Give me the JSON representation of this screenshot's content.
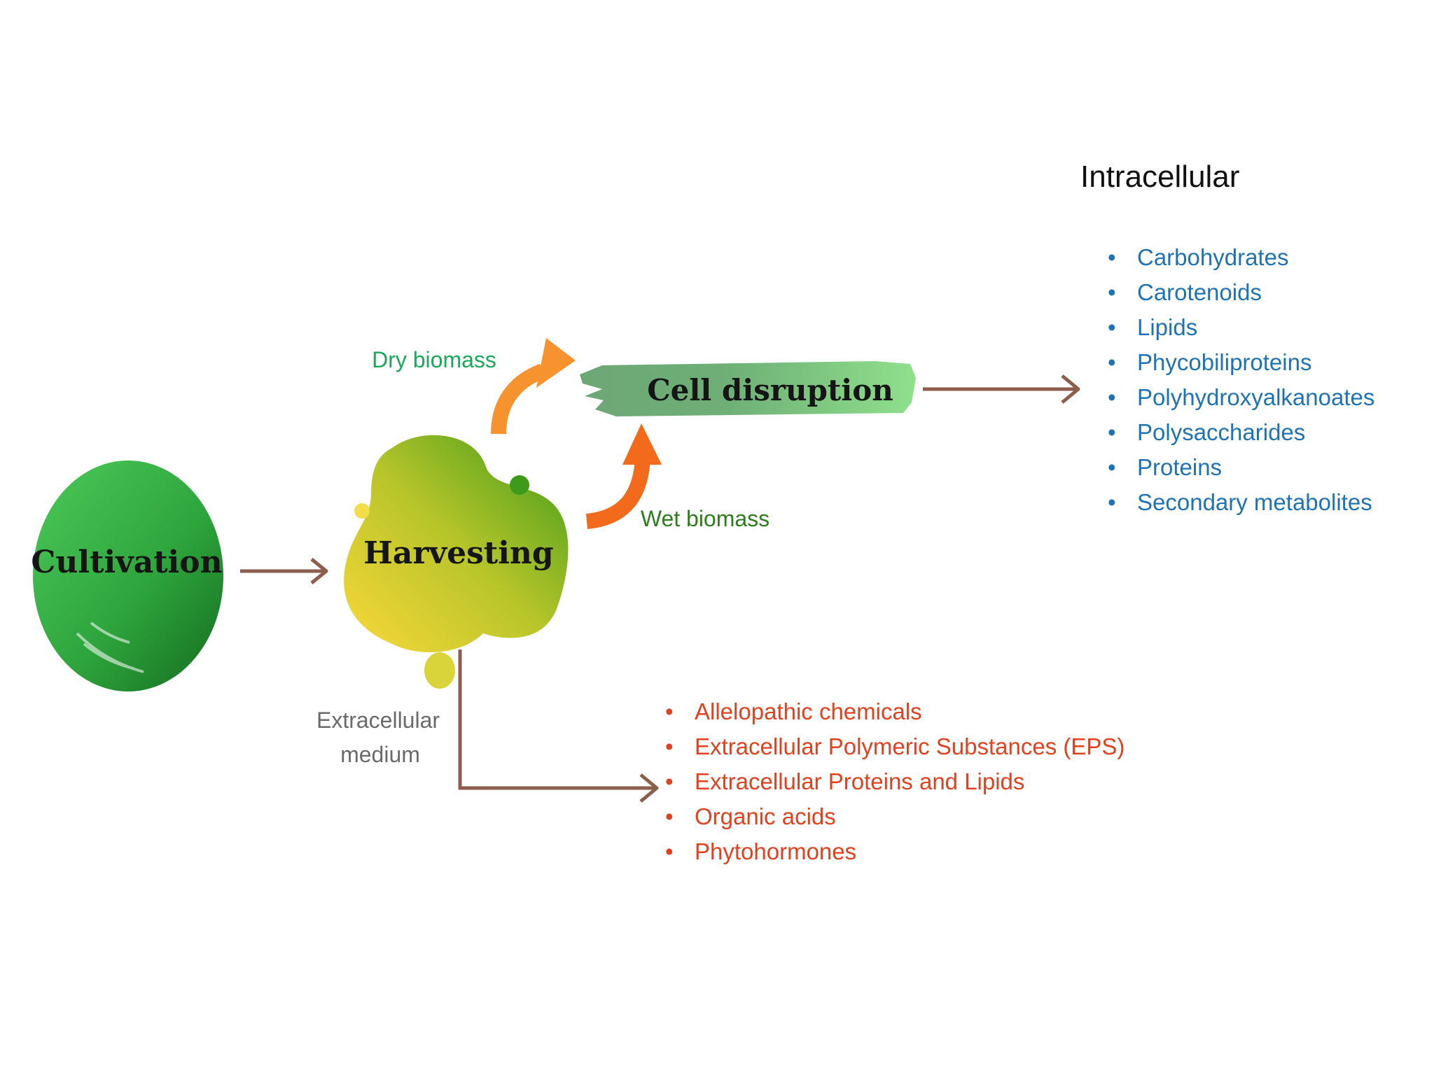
{
  "nodes": {
    "cultivation": "Cultivation",
    "harvesting": "Harvesting",
    "cell_disruption": "Cell disruption"
  },
  "labels": {
    "dry_biomass": "Dry biomass",
    "wet_biomass": "Wet biomass",
    "extracellular_line1": "Extracellular",
    "extracellular_line2": "medium"
  },
  "intracellular": {
    "heading": "Intracellular",
    "items": [
      "Carbohydrates",
      "Carotenoids",
      "Lipids",
      "Phycobiliproteins",
      "Polyhydroxyalkanoates",
      "Polysaccharides",
      "Proteins",
      "Secondary metabolites"
    ]
  },
  "extracellular": {
    "items": [
      "Allelopathic chemicals",
      "Extracellular Polymeric Substances (EPS)",
      "Extracellular Proteins and Lipids",
      "Organic acids",
      "Phytohormones"
    ]
  },
  "colors": {
    "arrow": "#8b5e4e",
    "dry_arrow": "#f7932f",
    "wet_arrow": "#f26a1b",
    "dry_label": "#1aa85a",
    "wet_label": "#2e7d1c",
    "intracellular_items": "#1f73b3",
    "extracellular_items": "#e0411e",
    "extracellular_label": "#6a6a6a"
  }
}
